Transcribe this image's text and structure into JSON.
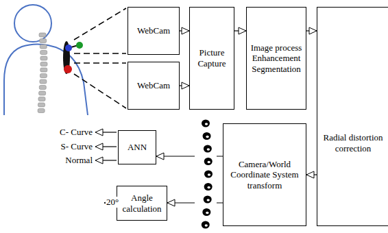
{
  "diagram": {
    "nodes": [
      {
        "text": [
          "WebCam"
        ]
      },
      {
        "text": [
          "WebCam"
        ]
      },
      {
        "text": [
          "Picture Capture"
        ]
      },
      {
        "text": [
          "Image process Enhancement Segmentation"
        ]
      },
      {
        "text": [
          "Radial distortion correction"
        ]
      },
      {
        "text": [
          "ANN"
        ]
      },
      {
        "text": [
          "Camera/World Coordinate System transform"
        ]
      },
      {
        "text": [
          "Angle calculation"
        ]
      }
    ],
    "edges": [
      {
        "from": 0,
        "to": 2,
        "arrow": "to"
      },
      {
        "from": 1,
        "to": 2,
        "arrow": "to"
      },
      {
        "from": 2,
        "to": 3,
        "arrow": "to"
      },
      {
        "from": 3,
        "to": 4,
        "arrow": "to"
      },
      {
        "from": 4,
        "to": 6,
        "arrow": "to"
      },
      {
        "from": 6,
        "to": 5,
        "arrow": "to"
      },
      {
        "from": 6,
        "to": 7,
        "arrow": "to"
      }
    ],
    "labels": [
      "C- Curve",
      "S- Curve",
      "Normal",
      "20°"
    ]
  }
}
